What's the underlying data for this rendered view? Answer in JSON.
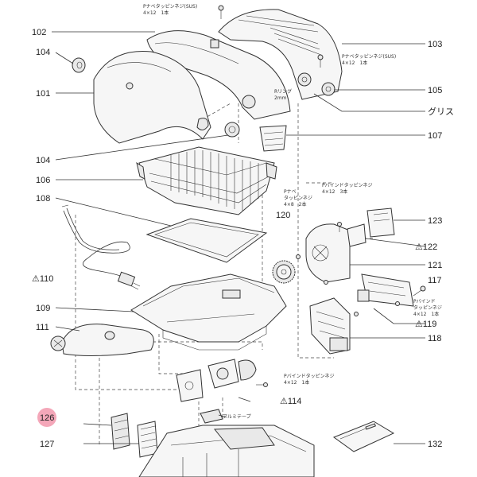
{
  "labels": {
    "l101": "101",
    "l102": "102",
    "l103": "103",
    "l104a": "104",
    "l104b": "104",
    "l105": "105",
    "l106": "106",
    "l107": "107",
    "l108": "108",
    "l109": "109",
    "l110": "⚠110",
    "l111": "111",
    "l114": "⚠114",
    "l117": "117",
    "l118": "118",
    "l119": "⚠119",
    "l120": "120",
    "l121": "121",
    "l122": "⚠122",
    "l123": "123",
    "l126": "126",
    "l127": "127",
    "l132": "132",
    "grease": "グリス"
  },
  "notes": {
    "screw_top": "Pナベタッピンネジ(SUS)",
    "screw_top_size": "4×12　1本",
    "screw_right": "Pナベタッピンネジ(SUS)",
    "screw_right_size": "4×12　1本",
    "oring": "Rリング",
    "oring_size": "2mm",
    "screw_p_nabe": "Pナベ",
    "screw_p_nabe2": "タッピンネジ",
    "screw_p_nabe_size": "4×8　2本",
    "screw_bind_a": "Pバインドタッピンネジ",
    "screw_bind_a_size": "4×12　3本",
    "screw_bind_b": "Pバインド",
    "screw_bind_b2": "タッピンネジ",
    "screw_bind_b_size": "4×12　1本",
    "screw_bind_c": "Pバインドタッピンネジ",
    "screw_bind_c_size": "4×12　1本",
    "aluminum_tape": "アルミテープ"
  },
  "colors": {
    "highlight": "#f4a7b9",
    "ink": "#333333"
  }
}
